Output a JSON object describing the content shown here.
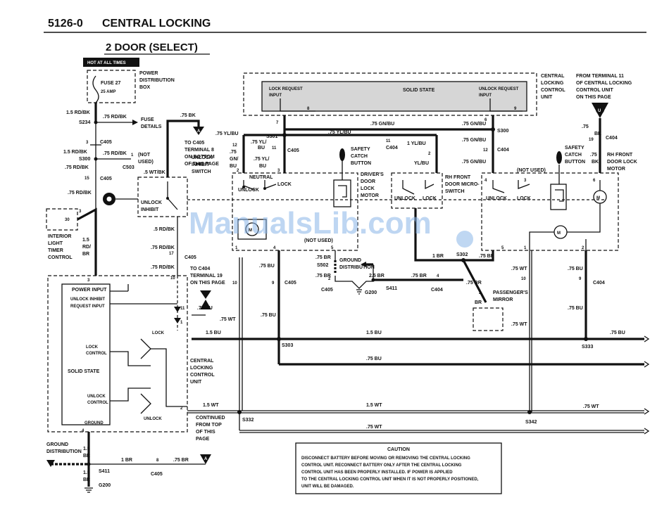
{
  "header": {
    "section": "5126-0",
    "title": "CENTRAL LOCKING",
    "subtitle": "2 DOOR (SELECT)"
  },
  "hot_at_all_times": "HOT AT ALL TIMES",
  "fuse": {
    "name": "FUSE 27",
    "rating": "25 AMP"
  },
  "power_box": [
    "POWER",
    "DISTRIBUTION",
    "BOX"
  ],
  "fuse_details": [
    "FUSE",
    "DETAILS"
  ],
  "not_used_left": [
    "(NOT",
    "USED)"
  ],
  "not_used": "(NOT USED)",
  "interior_timer": {
    "pin": "30",
    "label": [
      "INTERIOR",
      "LIGHT",
      "TIMER",
      "CONTROL"
    ]
  },
  "unlock_inhibit": {
    "box": [
      "UNLOCK",
      "INHIBIT"
    ],
    "label": [
      "UNLOCK",
      "INHIBIT",
      "SWITCH"
    ]
  },
  "to_c405": [
    "TO C405",
    "TERMINAL 8",
    "ON BOTTOM",
    "OF THIS PAGE"
  ],
  "to_c404": [
    "TO C404",
    "TERMINAL 19",
    "ON THIS PAGE"
  ],
  "ccu_top": {
    "lock_request": [
      "LOCK REQUEST",
      "INPUT"
    ],
    "solid_state": "SOLID STATE",
    "unlock_request": [
      "UNLOCK REQUEST",
      "INPUT"
    ],
    "label": [
      "CENTRAL",
      "LOCKING",
      "CONTROL",
      "UNIT"
    ]
  },
  "from_terminal": [
    "FROM TERMINAL 11",
    "OF CENTRAL LOCKING",
    "CONTROL UNIT",
    "ON THIS PAGE"
  ],
  "safety_catch": [
    "SAFETY",
    "CATCH",
    "BUTTON"
  ],
  "drivers_motor": [
    "DRIVER'S",
    "DOOR",
    "LOCK",
    "MOTOR"
  ],
  "rh_micro": [
    "RH FRONT",
    "DOOR MICRO-",
    "SWITCH"
  ],
  "rh_motor": [
    "RH FRONT",
    "DOOR LOCK",
    "MOTOR"
  ],
  "ground_distribution": [
    "GROUND",
    "DISTRIBUTION"
  ],
  "passengers_mirror": [
    "PASSENGER'S",
    "MIRROR"
  ],
  "ccu_left": {
    "power_input": "POWER INPUT",
    "unlock_inhibit_req": [
      "UNLOCK INHIBIT",
      "REQUEST INPUT"
    ],
    "lock": "LOCK",
    "lock_control": [
      "LOCK",
      "CONTROL"
    ],
    "solid_state": "SOLID STATE",
    "unlock_control": [
      "UNLOCK",
      "CONTROL"
    ],
    "ground": "GROUND",
    "unlock": "UNLOCK",
    "label": [
      "CENTRAL",
      "LOCKING",
      "CONTROL",
      "UNIT"
    ]
  },
  "continued": [
    "CONTINUED",
    "FROM TOP",
    "OF THIS",
    "PAGE"
  ],
  "neutral": "NEUTRAL",
  "lock": "LOCK",
  "unlock": "UNLOCK",
  "wires": {
    "rd_bk_15": "1.5 RD/BK",
    "rd_bk_75": ".75 RD/BK",
    "rd_bk_5": ".5 RD/BK",
    "wt_bk_5": ".5 WT/BK",
    "rd_br_15": "1.5",
    "rd_br": [
      "RD/",
      "BR"
    ],
    "br_75": ".75 BR",
    "br_1": "1 BR",
    "br_25": "2.5 BR",
    "br_15": "1.5",
    "br": "BR",
    "bu_75": ".75 BU",
    "bu_15": "1.5 BU",
    "wt_75": ".75 WT",
    "wt_15": "1.5 WT",
    "yl_bu_75": ".75 YL/BU",
    "yl_bu_1": "1 YL/BU",
    "yl_bu": "YL/BU",
    "gn_bu_75": ".75 GN/BU",
    "gn_bu": [
      "GN/",
      "BU"
    ],
    "yl_bu_v": [
      ".75 YL/",
      "BU"
    ],
    "bk": ".75",
    "bk_v": "BK",
    "gn_v": ".75"
  },
  "splices": [
    "S234",
    "S300",
    "S301",
    "S302",
    "S303",
    "S332",
    "S333",
    "S342",
    "S411",
    "S502"
  ],
  "connectors": [
    "C404",
    "C405",
    "C503",
    "G200"
  ],
  "caution": {
    "heading": "CAUTION",
    "lines": [
      "DISCONNECT BATTERY BEFORE MOVING OR REMOVING THE CENTRAL LOCKING",
      "CONTROL UNIT. RECONNECT BATTERY ONLY AFTER THE CENTRAL LOCKING",
      "CONTROL UNIT HAS BEEN PROPERLY INSTALLED. IF POWER IS APPLIED",
      "TO THE CENTRAL LOCKING CONTROL UNIT WHEN IT IS NOT PROPERLY POSITIONED,",
      "UNIT WILL BE DAMAGED."
    ]
  },
  "watermark": "ManualsLib.com"
}
